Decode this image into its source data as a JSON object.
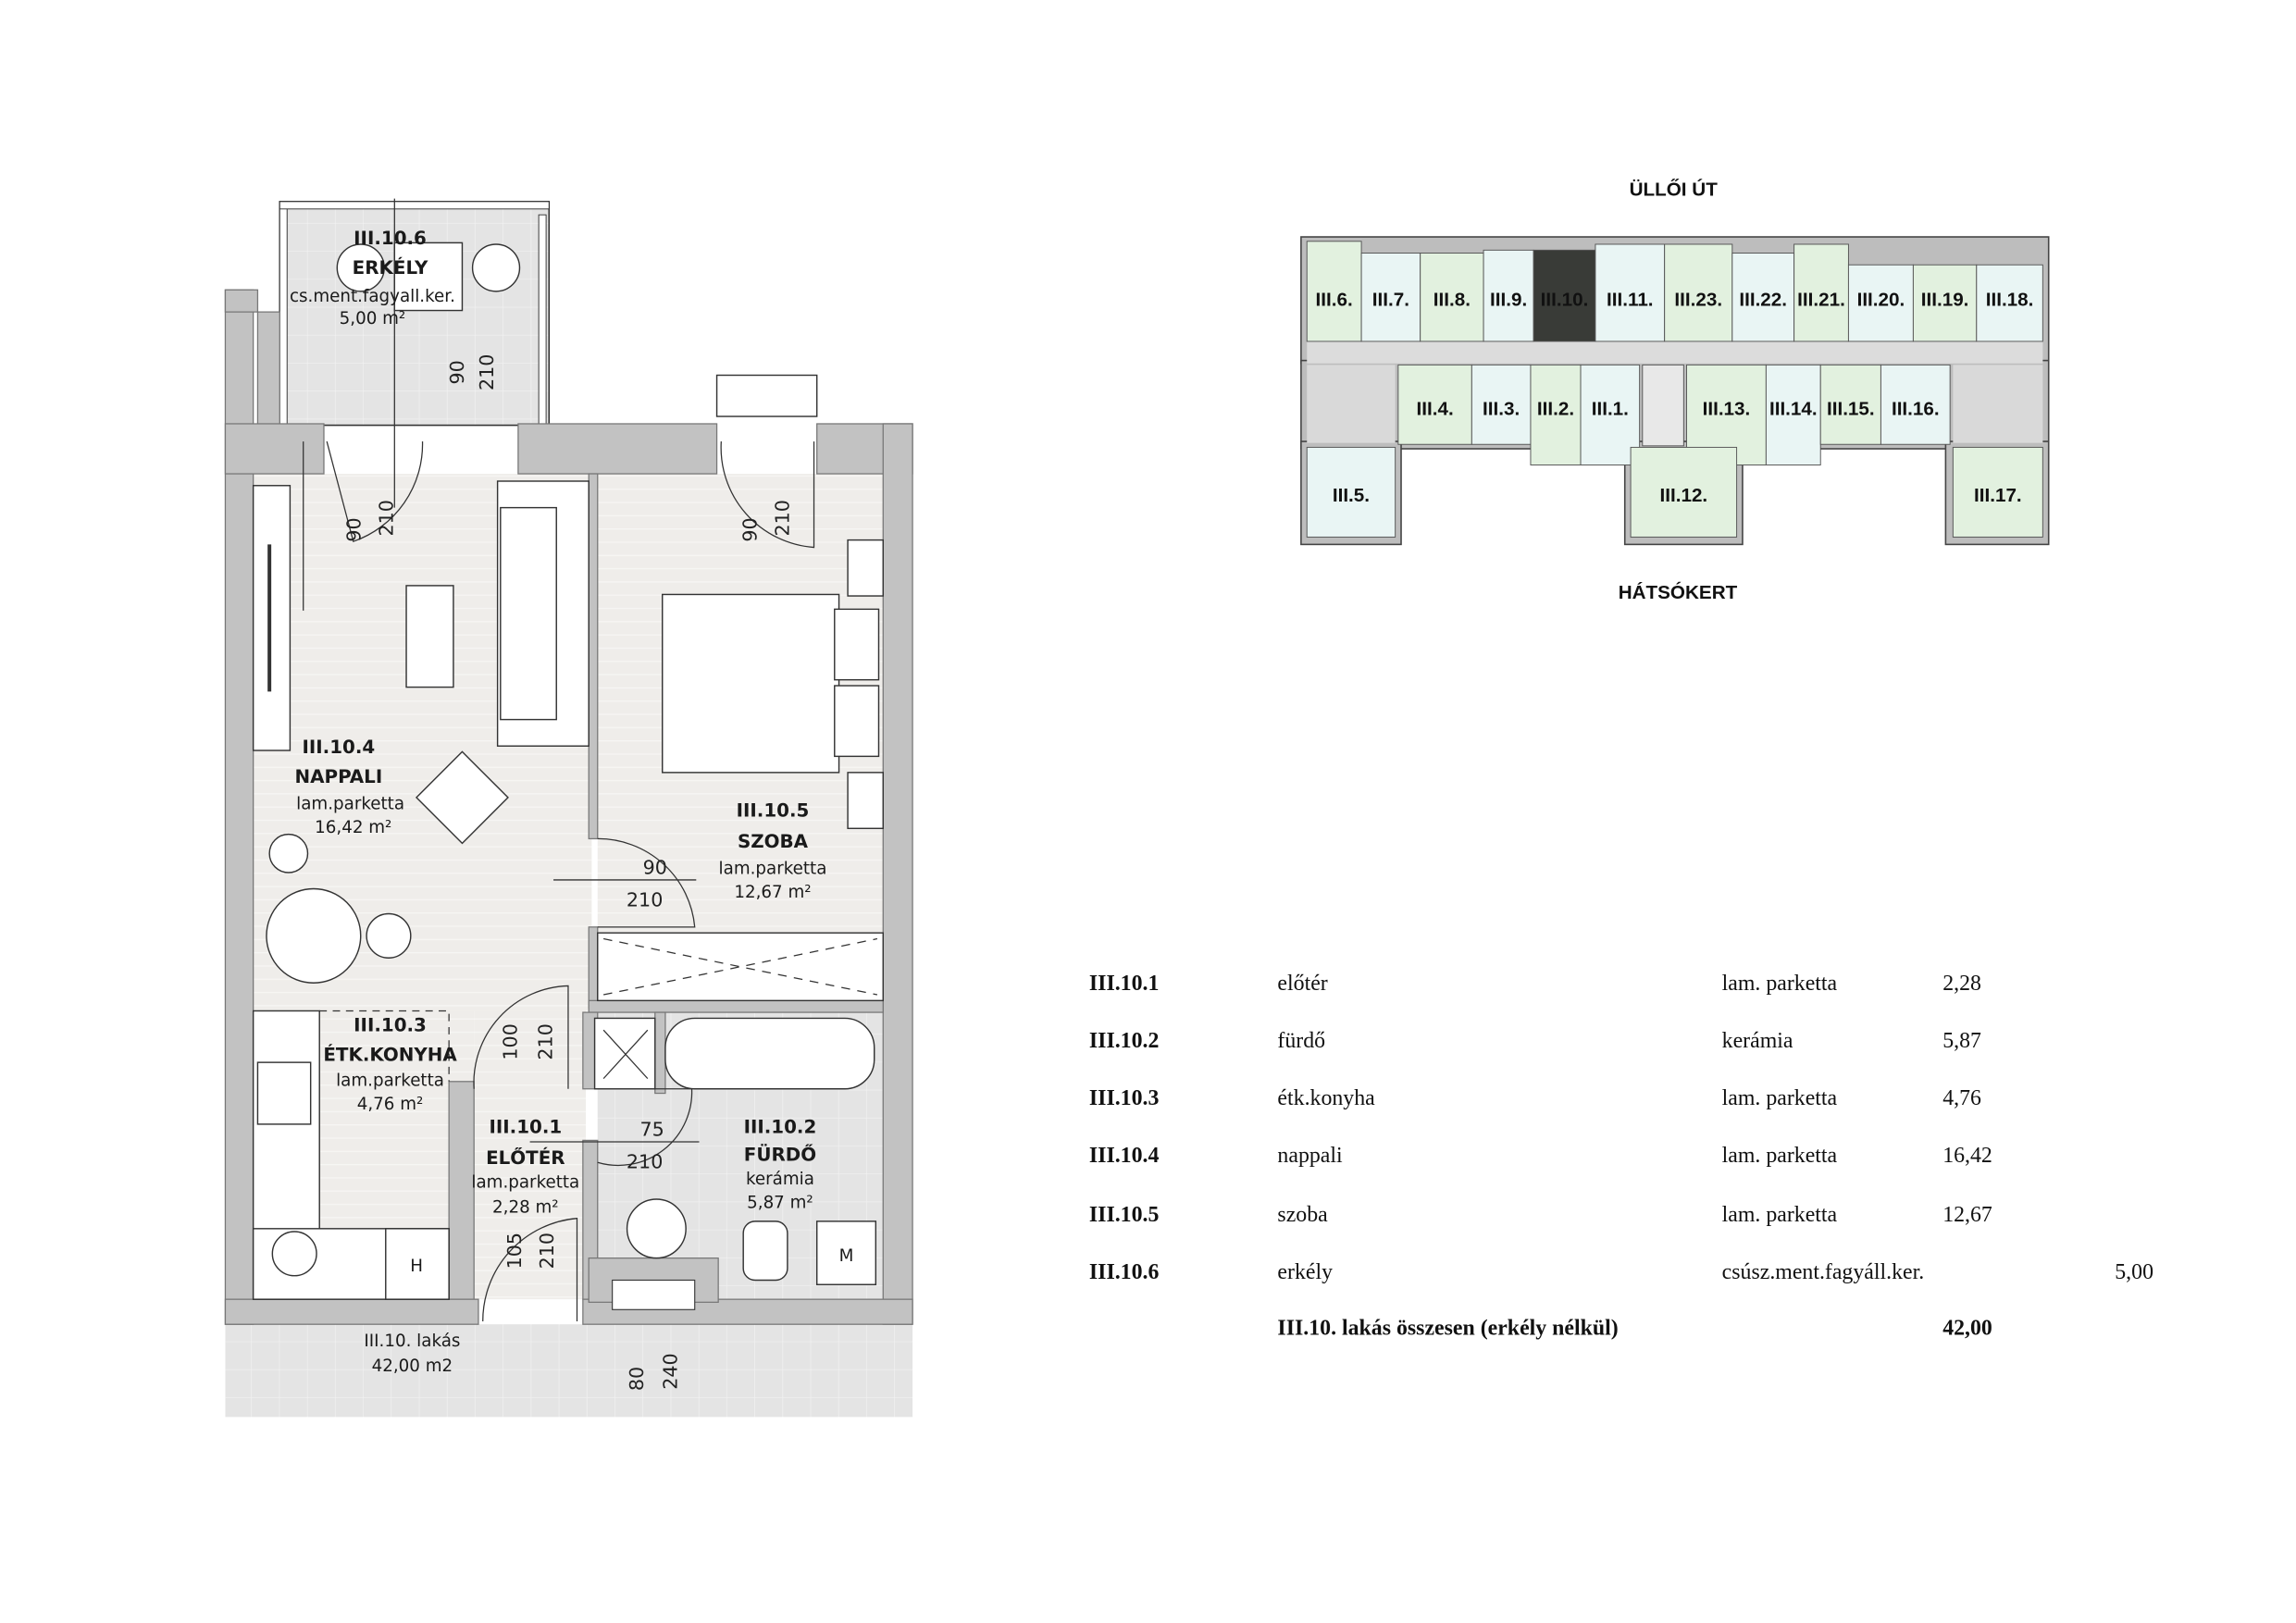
{
  "colors": {
    "wall": "#c2c2c2",
    "floor_wood": "#efedea",
    "floor_tile": "#e4e4e4",
    "unit_green": "#e2f1df",
    "unit_cyan": "#e9f5f4",
    "unit_selected": "#393b37"
  },
  "plan": {
    "rooms": [
      {
        "id": "III.10.6",
        "name": "ERKÉLY",
        "floor": "cs.ment.fagyall.ker.",
        "area": "5,00 m²"
      },
      {
        "id": "III.10.4",
        "name": "NAPPALI",
        "floor": "lam.parketta",
        "area": "16,42 m²"
      },
      {
        "id": "III.10.5",
        "name": "SZOBA",
        "floor": "lam.parketta",
        "area": "12,67 m²"
      },
      {
        "id": "III.10.3",
        "name": "ÉTK.KONYHA",
        "floor": "lam.parketta",
        "area": "4,76 m²"
      },
      {
        "id": "III.10.1",
        "name": "ELŐTÉR",
        "floor": "lam.parketta",
        "area": "2,28 m²"
      },
      {
        "id": "III.10.2",
        "name": "FÜRDŐ",
        "floor": "kerámia",
        "area": "5,87 m²"
      }
    ],
    "apartment_label": "III.10. lakás",
    "apartment_area": "42,00 m2",
    "appliances": {
      "fridge": "H",
      "washer": "M"
    },
    "dims": {
      "balcony_door": [
        "90",
        "210"
      ],
      "living_door": [
        "90",
        "210"
      ],
      "bedroom_window": [
        "90",
        "210"
      ],
      "bedroom_door": [
        "90",
        "210"
      ],
      "kitchen_door": [
        "100",
        "210"
      ],
      "bath_door": [
        "75",
        "210"
      ],
      "entrance_door": [
        "105",
        "210"
      ],
      "shaft": [
        "80",
        "240"
      ]
    }
  },
  "keyplan": {
    "north_label": "ÜLLŐI ÚT",
    "south_label": "HÁTSÓKERT",
    "units": [
      "III.6.",
      "III.7.",
      "III.8.",
      "III.9.",
      "III.10.",
      "III.11.",
      "III.23.",
      "III.22.",
      "III.21.",
      "III.20.",
      "III.19.",
      "III.18.",
      "III.4.",
      "III.3.",
      "III.2.",
      "III.1.",
      "III.13.",
      "III.14.",
      "III.15.",
      "III.16.",
      "III.5.",
      "III.12.",
      "III.17."
    ],
    "selected": "III.10."
  },
  "table": {
    "rows": [
      {
        "id": "III.10.1",
        "room": "előtér",
        "floor": "lam. parketta",
        "area": "2,28"
      },
      {
        "id": "III.10.2",
        "room": "fürdő",
        "floor": "kerámia",
        "area": "5,87"
      },
      {
        "id": "III.10.3",
        "room": "étk.konyha",
        "floor": "lam. parketta",
        "area": "4,76"
      },
      {
        "id": "III.10.4",
        "room": "nappali",
        "floor": "lam. parketta",
        "area": "16,42"
      },
      {
        "id": "III.10.5",
        "room": "szoba",
        "floor": "lam. parketta",
        "area": "12,67"
      },
      {
        "id": "III.10.6",
        "room": "erkély",
        "floor": "csúsz.ment.fagyáll.ker.",
        "area": "5,00"
      }
    ],
    "total_label": "III.10. lakás összesen (erkély nélkül)",
    "total_value": "42,00"
  }
}
